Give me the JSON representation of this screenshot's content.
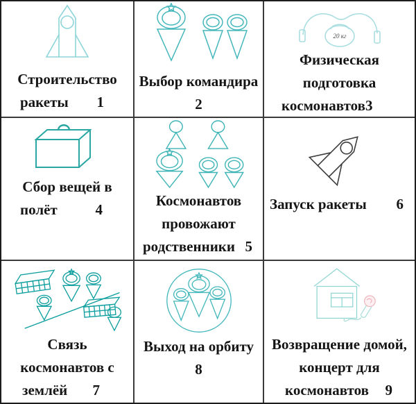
{
  "board": {
    "type": "story-plan-table",
    "rows": 3,
    "cols": 3,
    "colors": {
      "grid_line": "#3a3a3a",
      "text": "#151515",
      "teal_light": "#8ed5d9",
      "teal_medium": "#44b7bc",
      "teal_pale": "#a9dee1",
      "teal_suitcase": "#2aa7a2",
      "teal_strong": "#0d9e9e",
      "rocket_dark": "#3d3d3d",
      "mic_pink": "#efb6bd"
    },
    "cells": [
      {
        "step": "1",
        "icon": "rocket-icon",
        "label_lines": [
          "Строительство",
          "ракеты"
        ]
      },
      {
        "step": "2",
        "icon": "commander-cones-icon",
        "label_lines": [
          "Выбор командира"
        ]
      },
      {
        "step": "3",
        "icon": "weights-icon",
        "icon_label": "20 кг",
        "label_lines": [
          "Физическая",
          "подготовка",
          "космонавтов"
        ]
      },
      {
        "step": "4",
        "icon": "suitcase-icon",
        "label_lines": [
          "Сбор вещей в",
          "полёт"
        ]
      },
      {
        "step": "5",
        "icon": "farewell-figures-icon",
        "label_lines": [
          "Космонавтов",
          "провожают",
          "родственники"
        ]
      },
      {
        "step": "6",
        "icon": "launch-rocket-icon",
        "label_lines": [
          "Запуск ракеты"
        ]
      },
      {
        "step": "7",
        "icon": "communication-icon",
        "label_lines": [
          "Связь",
          "космонавтов с",
          "землёй"
        ]
      },
      {
        "step": "8",
        "icon": "orbit-icon",
        "label_lines": [
          "Выход на орбиту"
        ]
      },
      {
        "step": "9",
        "icon": "house-microphone-icon",
        "label_lines": [
          "Возвращение домой,",
          "концерт для",
          "космонавтов"
        ]
      }
    ]
  }
}
